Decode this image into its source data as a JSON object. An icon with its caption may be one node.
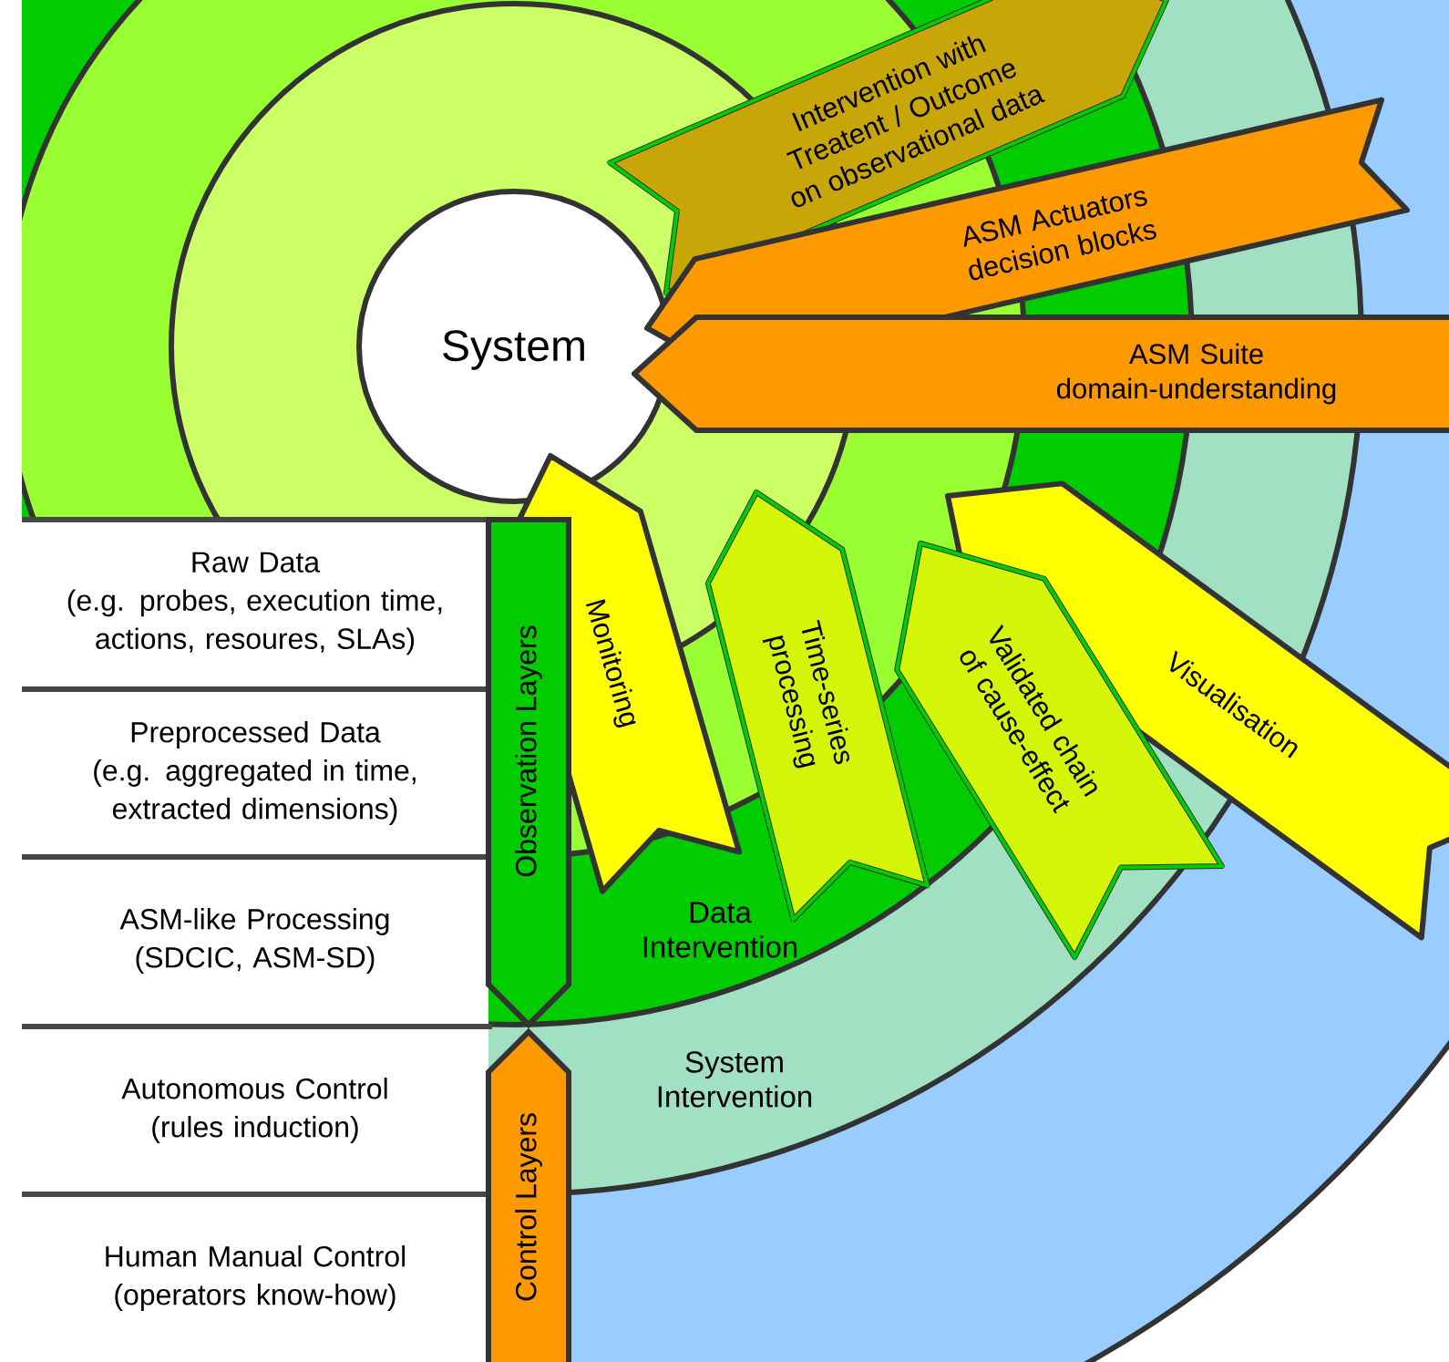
{
  "diagram": {
    "nodes": [
      {
        "text": [
          "System"
        ]
      },
      {
        "text": [
          "ASM Suite domain-understanding"
        ]
      },
      {
        "text": [
          "ASM Actuators decision blocks"
        ]
      },
      {
        "text": [
          "Intervention with Treatent / Outcome on observational data"
        ]
      },
      {
        "text": [
          "Monitoring"
        ]
      },
      {
        "text": [
          "Time-series processing"
        ]
      },
      {
        "text": [
          "Validated chain of cause-effect"
        ]
      },
      {
        "text": [
          "Visualisation"
        ]
      },
      {
        "text": [
          "Raw Data",
          "(e.g. probes, execution time, actions, resoures, SLAs)"
        ]
      },
      {
        "text": [
          "Preprocessed Data",
          "(e.g. aggregated in time, extracted dimensions)"
        ]
      },
      {
        "text": [
          "ASM-like Processing",
          "(SDCIC, ASM-SD)"
        ]
      },
      {
        "text": [
          "Autonomous Control",
          "(rules induction)"
        ]
      },
      {
        "text": [
          "Human Manual Control",
          "(operators know-how)"
        ]
      },
      {
        "text": [
          "Observation Layers"
        ]
      },
      {
        "text": [
          "Control Layers"
        ]
      }
    ],
    "labels": [
      "Data Intervention",
      "System Intervention"
    ]
  }
}
